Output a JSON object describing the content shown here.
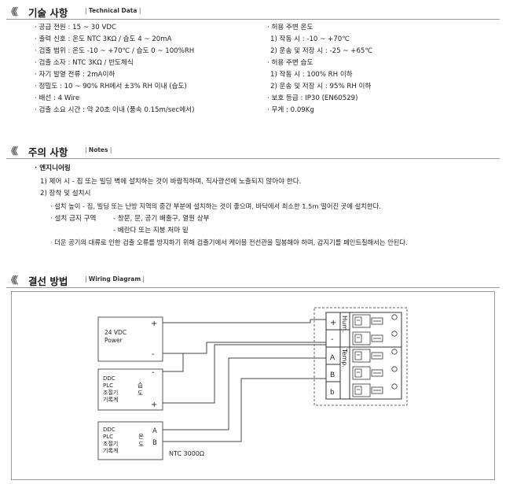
{
  "tech": {
    "title": "기술 사항",
    "subtitle": "Technical Data",
    "left": [
      "· 공급 전원 : 15 ~ 30 VDC",
      "· 출력 신호 : 온도 NTC 3KΩ / 습도 4 ~ 20mA",
      "· 검출 범위 : 온도 -10 ~ +70℃ / 습도 0 ~ 100%RH",
      "· 검출 소자 : NTC 3KΩ /  반도체식",
      "· 자기 발열 전류 : 2mA이하",
      "· 정밀도 : 10 ~ 90% RH에서 ±3% RH 이내 (습도)",
      "· 배선 : 4 Wire",
      "· 검출 소요 시간 : 약 20초 이내 (풍속 0.15m/sec에서)"
    ],
    "right": [
      "· 허용 주변 온도",
      "1) 작동 시 : -10 ~ +70℃",
      "2) 운송 및 저장 시 : -25 ~ +65℃",
      "· 허용 주변 습도",
      "1) 작동 시 : 100% RH 이하",
      "2) 운송 및 저장 시 : 95% RH 이하",
      "· 보호 등급 : IP30 (EN60529)",
      "· 무게 : 0.09Kg"
    ]
  },
  "notes": {
    "title": "주의 사항",
    "subtitle": "Notes",
    "heading": "· 엔지니어링",
    "item1": "1) 제어 시  - 집 또는 빌딩 벽에 설치하는 것이 바람직하며, 직사광선에 노출되지 않아야 한다.",
    "item2": "2) 장착 및 설치시",
    "sub1": "· 설치 높이 - 집, 빌딩 또는 난방 지역의 중간 부분에 설치하는 것이 좋으며, 바닥에서 최소한 1.5m 떨어진 곳에 설치한다.",
    "sub2a": "· 설치 금지 구역",
    "sub2b": "- 창문, 문, 공기 배출구, 열원 상부",
    "sub2c": "- 베란다 또는 지붕 처마 밑",
    "sub3": "· 더운 공기의 대류로 인한 검출 오류를 방지하기 위해 검출기에서 케이블 전선관을 밀봉해야 하며, 감지기를 페인트칠해서는 안된다."
  },
  "wiring": {
    "title": "결선 방법",
    "subtitle": "Wiring Diagram",
    "power_box": {
      "line1": "24 VDC",
      "line2": "Power",
      "plus": "+",
      "minus": "-"
    },
    "hum_box": {
      "line1": "DDC",
      "line2": "PLC",
      "line3": "조절기",
      "line4": "기록계",
      "tag1": "습",
      "tag2": "도",
      "minus": "-",
      "plus": "+"
    },
    "temp_box": {
      "line1": "DDC",
      "line2": "PLC",
      "line3": "조절기",
      "line4": "기록계",
      "tag1": "온",
      "tag2": "도",
      "a": "A",
      "b": "B"
    },
    "ntc_label": "NTC 3000Ω",
    "terminals": [
      "+",
      "-",
      "A",
      "B",
      "b"
    ],
    "hum_label": "Hum.",
    "temp_label": "Temp."
  }
}
